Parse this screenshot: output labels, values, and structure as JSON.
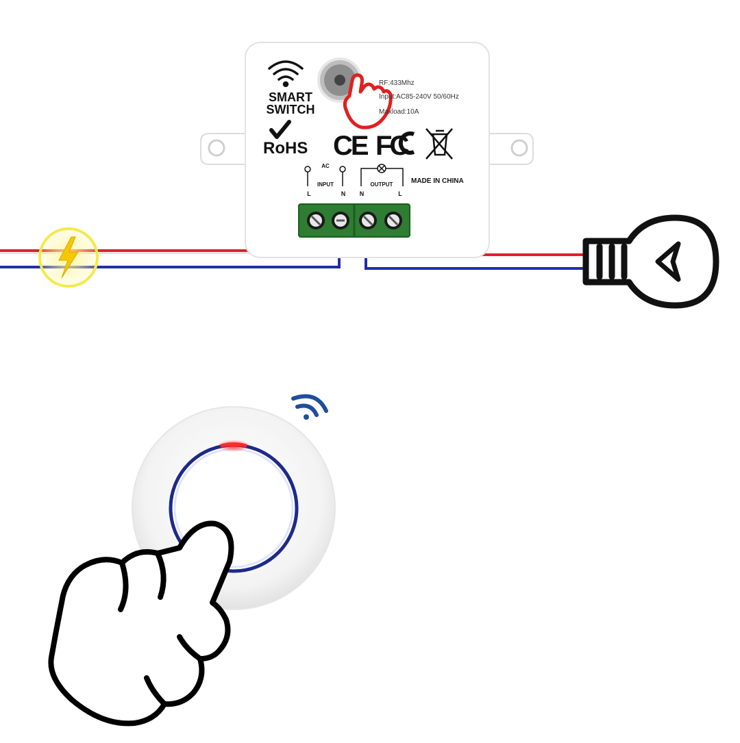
{
  "module": {
    "brand_line1": "SMART",
    "brand_line2": "SWITCH",
    "rohs": "RoHS",
    "ce": "CE",
    "fcc": "FC",
    "spec_rf": "RF:433Mhz",
    "spec_input": "Input:AC85-240V 50/60Hz",
    "spec_maxload": "Maxload:10A",
    "ac_label": "AC",
    "input_label": "INPUT",
    "output_label": "OUTPUT",
    "input_l": "L",
    "input_n": "N",
    "output_n": "N",
    "output_l": "L",
    "made_in": "MADE IN CHINA"
  },
  "colors": {
    "live_wire": "#e0202a",
    "neutral_wire": "#1f2fa8",
    "terminal_green": "#2e7d32",
    "power_yellow": "#f5d800",
    "button_ring": "#1e2a8a",
    "led_red": "#ff2a2a",
    "wifi_blue": "#1f4e9c",
    "outline": "#111111"
  },
  "icons": [
    "wifi-icon",
    "checkmark-icon",
    "weee-bin-icon",
    "lamp-icon",
    "lightning-icon",
    "hand-pointer-icon",
    "remote-button"
  ]
}
